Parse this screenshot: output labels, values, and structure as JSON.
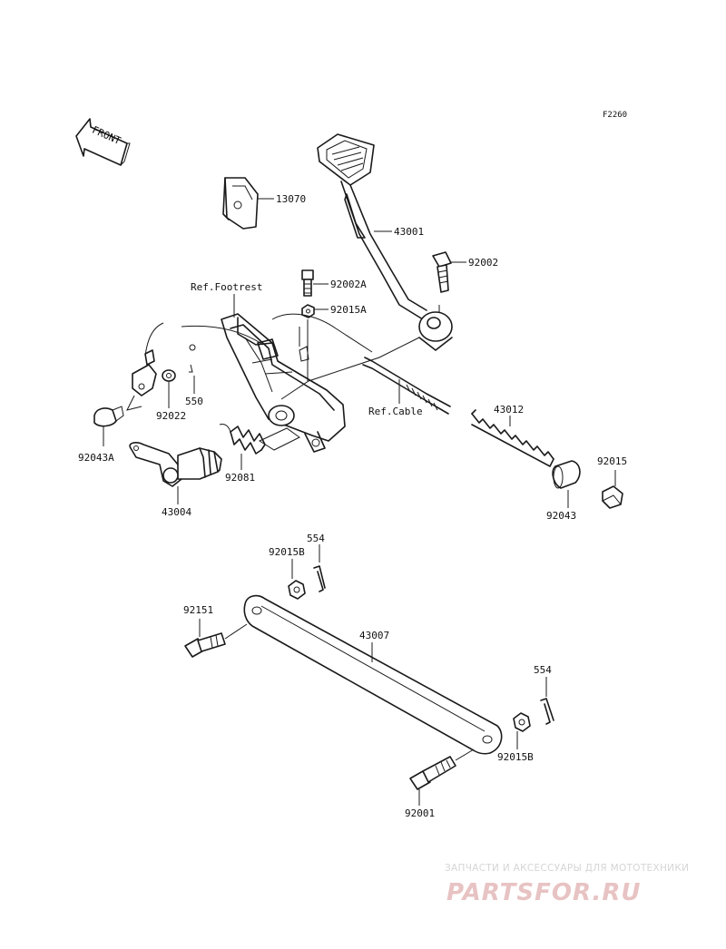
{
  "diagram": {
    "code": "F2260",
    "front_label": "FRONT",
    "labels": {
      "p13070": "13070",
      "p43001": "43001",
      "p92002": "92002",
      "p92002a": "92002A",
      "p92015a": "92015A",
      "ref_footrest": "Ref.Footrest",
      "ref_cable": "Ref.Cable",
      "p43012": "43012",
      "p92015": "92015",
      "p92043": "92043",
      "p550": "550",
      "p92022": "92022",
      "p92043a": "92043A",
      "p92081": "92081",
      "p43004": "43004",
      "p554_top": "554",
      "p92015b_top": "92015B",
      "p92151": "92151",
      "p43007": "43007",
      "p554_bottom": "554",
      "p92015b_bottom": "92015B",
      "p92001": "92001"
    }
  },
  "watermark": {
    "tagline": "ЗАПЧАСТИ И АКСЕССУАРЫ ДЛЯ МОТОТЕХНИКИ",
    "brand": "PARTSFOR.RU"
  }
}
